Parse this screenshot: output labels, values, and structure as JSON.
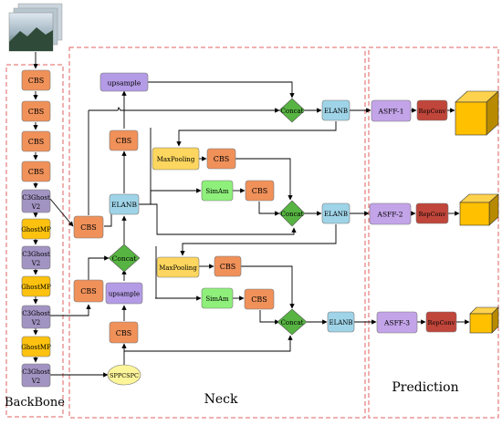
{
  "sections": {
    "backbone": "BackBone",
    "neck": "Neck",
    "prediction": "Prediction"
  },
  "backbone": {
    "cbs_1": "CBS",
    "cbs_2": "CBS",
    "cbs_3": "CBS",
    "cbs_4": "CBS",
    "c3ghost_1": [
      "C3Ghost",
      "V2"
    ],
    "ghostmp_1": "GhostMP",
    "c3ghost_2": [
      "C3Ghost",
      "V2"
    ],
    "ghostmp_2": "GhostMP",
    "c3ghost_3": [
      "C3Ghost",
      "V2"
    ],
    "ghostmp_3": "GhostMP",
    "c3ghost_4": [
      "C3Ghost",
      "V2"
    ]
  },
  "neck": {
    "upsample_top": "upsample",
    "cbs_up_top": "CBS",
    "elanb_mid": "ELANB",
    "cbs_lateral_1": "CBS",
    "concat_left": "Concat",
    "cbs_lateral_2": "CBS",
    "upsample_bottom": "upsample",
    "cbs_sppc": "CBS",
    "sppcspc": "SPPCSPC",
    "concat_1": "Concat",
    "elanb_1": "ELANB",
    "maxpooling_1": "MaxPooling",
    "cbs_mp1": "CBS",
    "simam_1": "SimAm",
    "cbs_sim1": "CBS",
    "concat_2": "Concat",
    "elanb_2": "ELANB",
    "maxpooling_2": "MaxPooling",
    "cbs_mp2": "CBS",
    "simam_2": "SimAm",
    "cbs_sim2": "CBS",
    "concat_3": "Concat",
    "elanb_3": "ELANB"
  },
  "prediction": {
    "asff_1": "ASFF-1",
    "asff_2": "ASFF-2",
    "asff_3": "ASFF-3",
    "repconv_1": "RepConv",
    "repconv_2": "RepConv",
    "repconv_3": "RepConv"
  },
  "colors": {
    "cbs": "#f0915a",
    "c3ghost": "#a294c2",
    "ghostmp": "#fcc20f",
    "upsample": "#b49be6",
    "elanb": "#9fd4e8",
    "concat": "#57b442",
    "maxpooling": "#fcd65e",
    "simam": "#8ef07b",
    "sppcspc": "#fdf59a",
    "asff": "#c3a4e8",
    "repconv": "#c0453a",
    "cube": "#ffc000",
    "dashed_border": "#e06060"
  }
}
